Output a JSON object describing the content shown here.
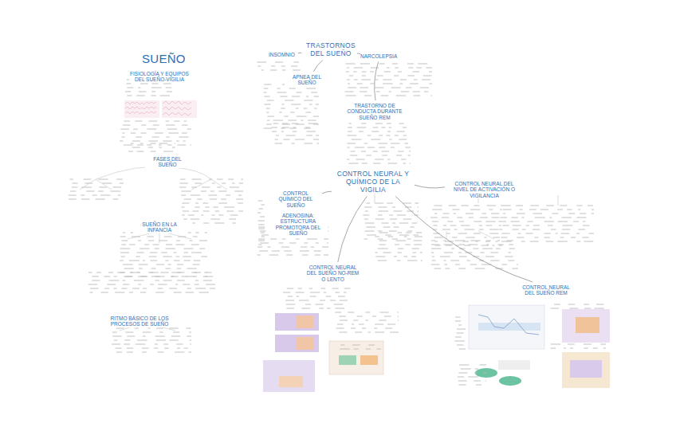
{
  "diagram": {
    "nodes": [
      {
        "text": [
          "SUEÑO"
        ]
      },
      {
        "text": [
          "FISIOLOGÍA Y EQUIPOS DEL SUEÑO-VIGILIA"
        ]
      },
      {
        "text": [
          "FASES DEL SUEÑO"
        ]
      },
      {
        "text": [
          "SUEÑO EN LA INFANCIA"
        ]
      },
      {
        "text": [
          "RITMO BÁSICO DE LOS PROCESOS DE SUEÑO"
        ]
      },
      {
        "text": [
          "TRASTORNOS DEL SUEÑO"
        ]
      },
      {
        "text": [
          "INSOMNIO"
        ]
      },
      {
        "text": [
          "NARCOLEPSIA"
        ]
      },
      {
        "text": [
          "APNEA DEL SUEÑO"
        ]
      },
      {
        "text": [
          "TRASTORNO DE CONDUCTA DURANTE SUEÑO REM"
        ]
      },
      {
        "text": [
          "CONTROL NEURAL Y QUÍMICO DE LA VIGILIA"
        ]
      },
      {
        "text": [
          "CONTROL QUÍMICO DEL SUEÑO"
        ]
      },
      {
        "text": [
          "ADENOSINA: ESTRUCTURA PROMOTORA DEL SUEÑO"
        ]
      },
      {
        "text": [
          "CONTROL NEURAL DEL SUEÑO NO-REM O LENTO"
        ]
      },
      {
        "text": [
          "CONTROL NEURAL DEL NIVEL DE ACTIVACIÓN O VIGILANCIA"
        ]
      },
      {
        "text": [
          "CONTROL NEURAL DEL SUEÑO REM"
        ]
      }
    ],
    "edges": [
      {
        "from": 5,
        "to": 6,
        "arrow": "none"
      },
      {
        "from": 5,
        "to": 7,
        "arrow": "none"
      },
      {
        "from": 5,
        "to": 8,
        "arrow": "none"
      },
      {
        "from": 7,
        "to": 9,
        "arrow": "none"
      },
      {
        "from": 10,
        "to": 11,
        "arrow": "none"
      },
      {
        "from": 10,
        "to": 13,
        "arrow": "none"
      },
      {
        "from": 10,
        "to": 14,
        "arrow": "none"
      },
      {
        "from": 10,
        "to": 15,
        "arrow": "none"
      },
      {
        "from": 11,
        "to": 12,
        "arrow": "none"
      }
    ]
  }
}
